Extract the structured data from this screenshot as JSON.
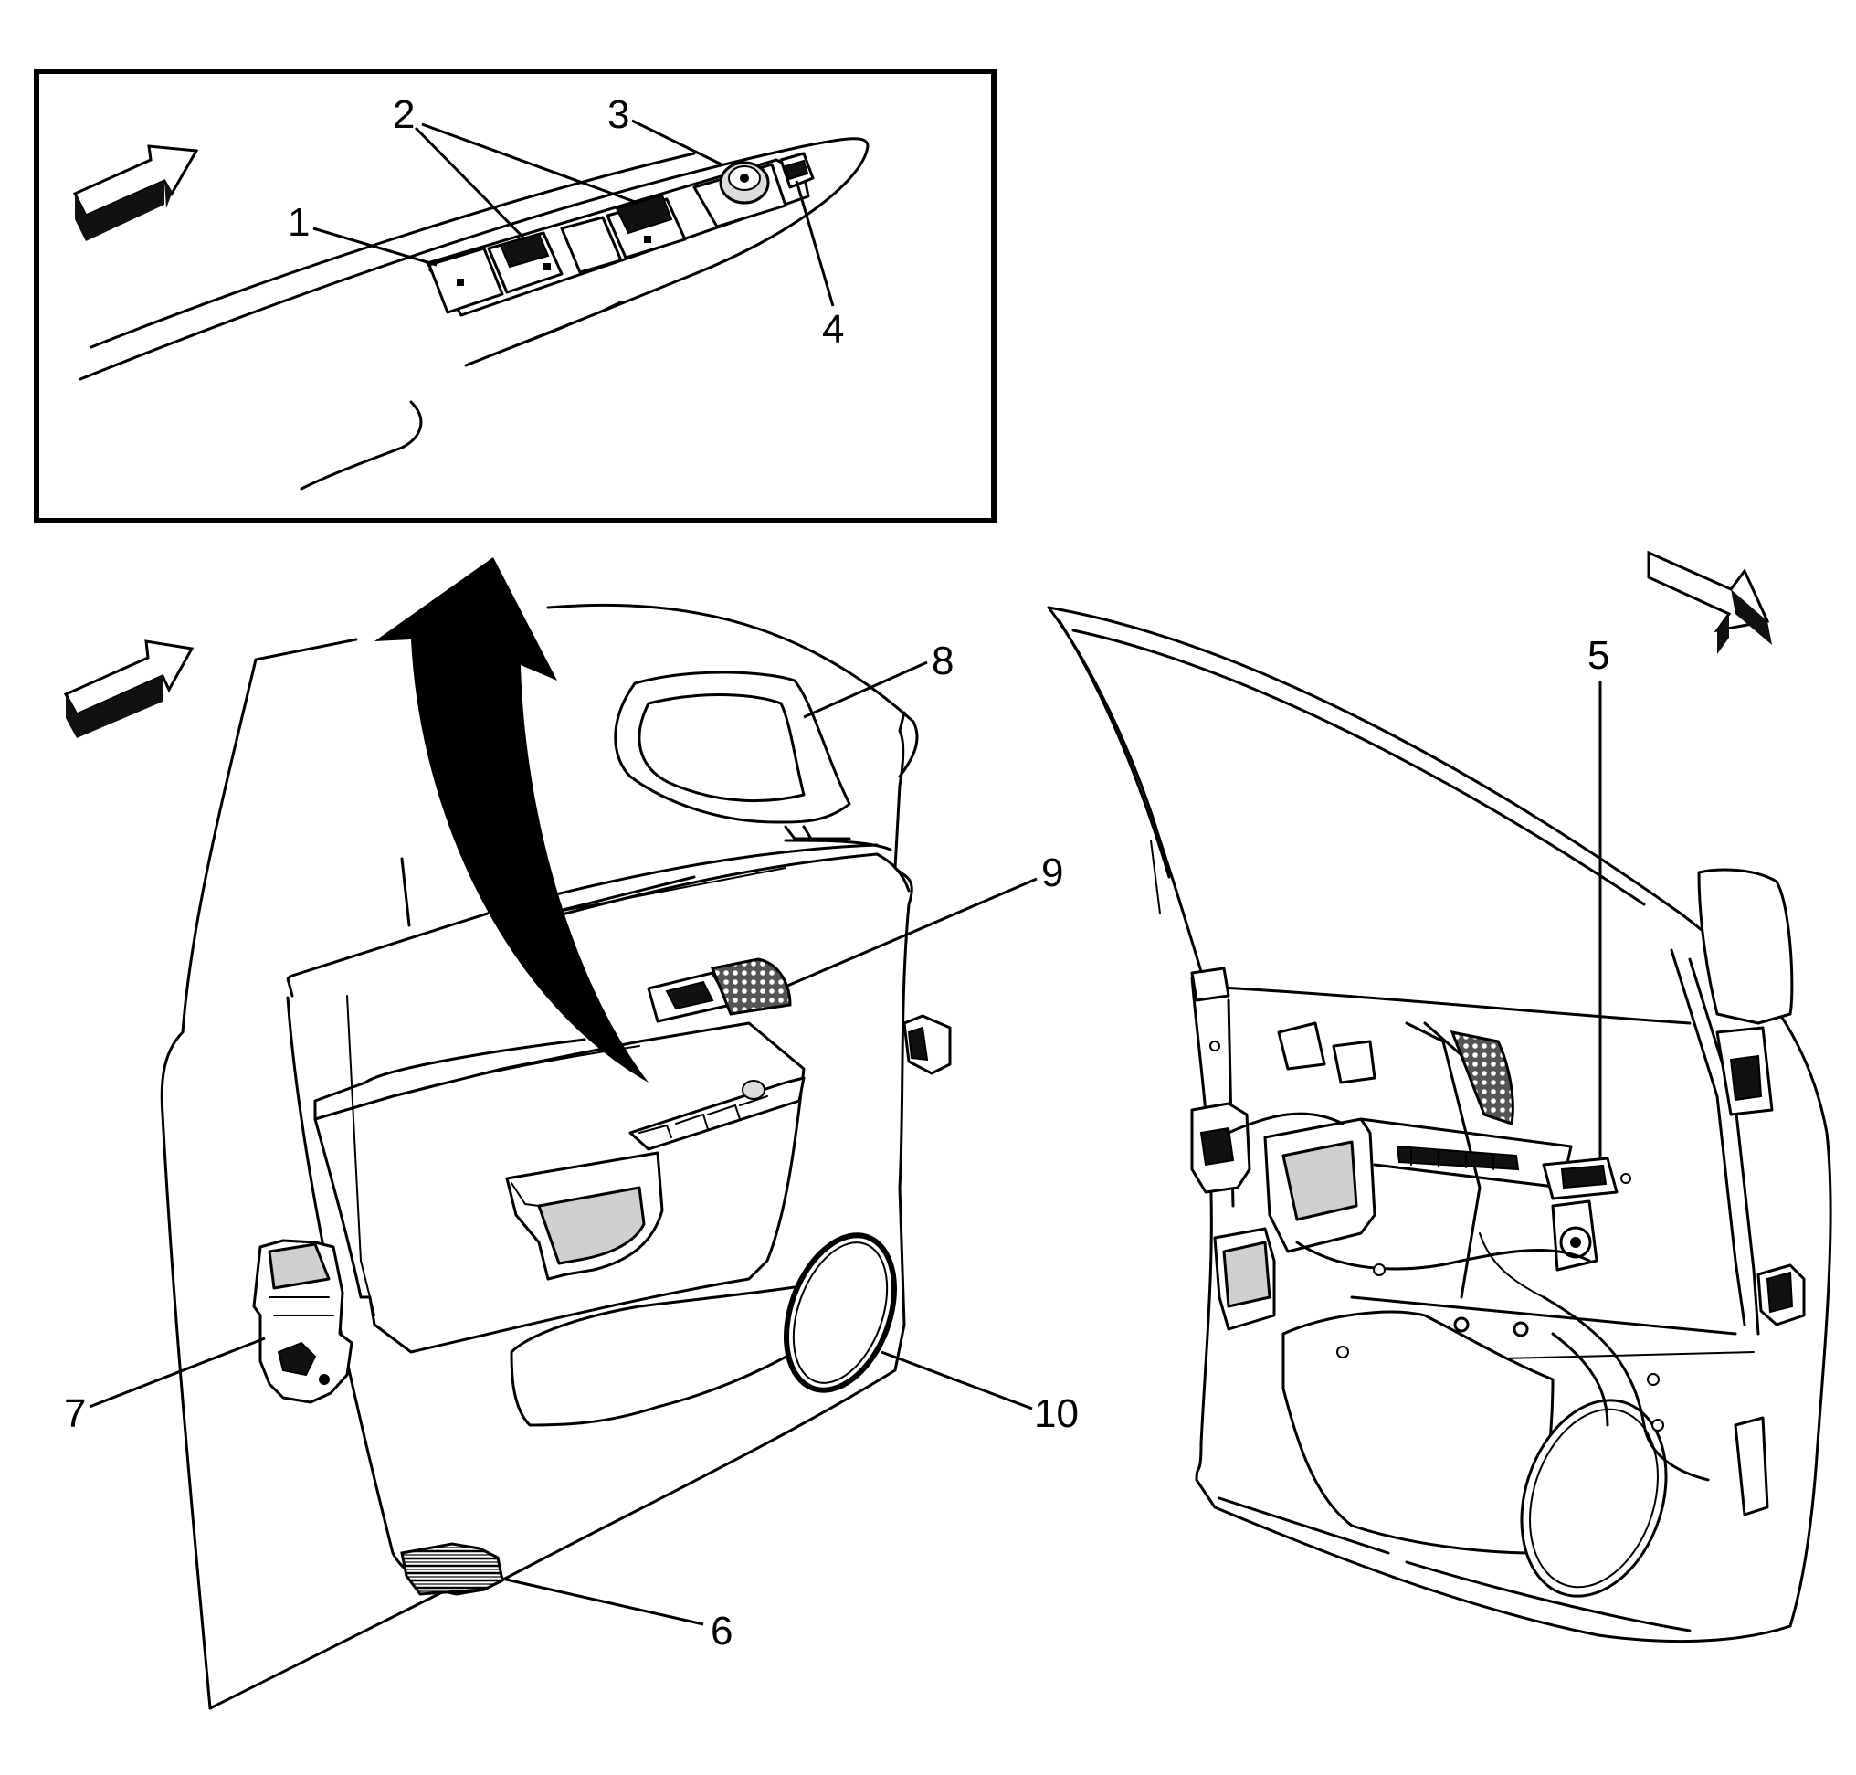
{
  "callouts": {
    "c1": "1",
    "c2": "2",
    "c3": "3",
    "c4": "4",
    "c5": "5",
    "c6": "6",
    "c7": "7",
    "c8": "8",
    "c9": "9",
    "c10": "10"
  },
  "colors": {
    "line": "#000000",
    "background": "#ffffff",
    "shade": "#cfcfcf"
  }
}
